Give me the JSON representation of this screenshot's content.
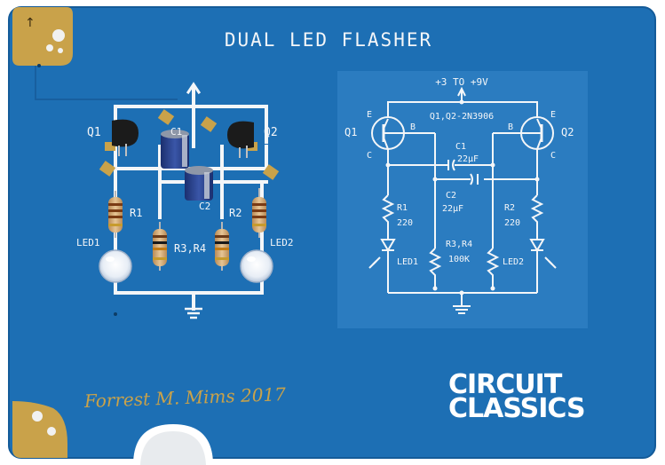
{
  "board": {
    "title": "DUAL LED FLASHER",
    "signature": "Forrest M. Mims 2017",
    "logo": {
      "line1": "CIRCUIT",
      "line2": "CLASSICS"
    },
    "colors": {
      "pcb": "#1d6fb4",
      "pcb_dark": "#155a96",
      "silk": "#f4f6f8",
      "gold": "#c9a24a",
      "panel": "#2b7cc0"
    }
  },
  "layout_labels": {
    "q1": "Q1",
    "q2": "Q2",
    "c1": "C1",
    "c2": "C2",
    "r1": "R1",
    "r2": "R2",
    "r3r4": "R3,R4",
    "led1": "LED1",
    "led2": "LED2"
  },
  "schematic": {
    "supply": "+3 TO +9V",
    "transistors": "Q1,Q2-2N3906",
    "q1": "Q1",
    "q2": "Q2",
    "e": "E",
    "b": "B",
    "c": "C",
    "c1": "C1",
    "c1_value": "22µF",
    "c2": "C2",
    "c2_value": "22µF",
    "r1": "R1",
    "r1_value": "220",
    "r2": "R2",
    "r2_value": "220",
    "r3r4": "R3,R4",
    "r3r4_value": "100K",
    "led1": "LED1",
    "led2": "LED2"
  }
}
